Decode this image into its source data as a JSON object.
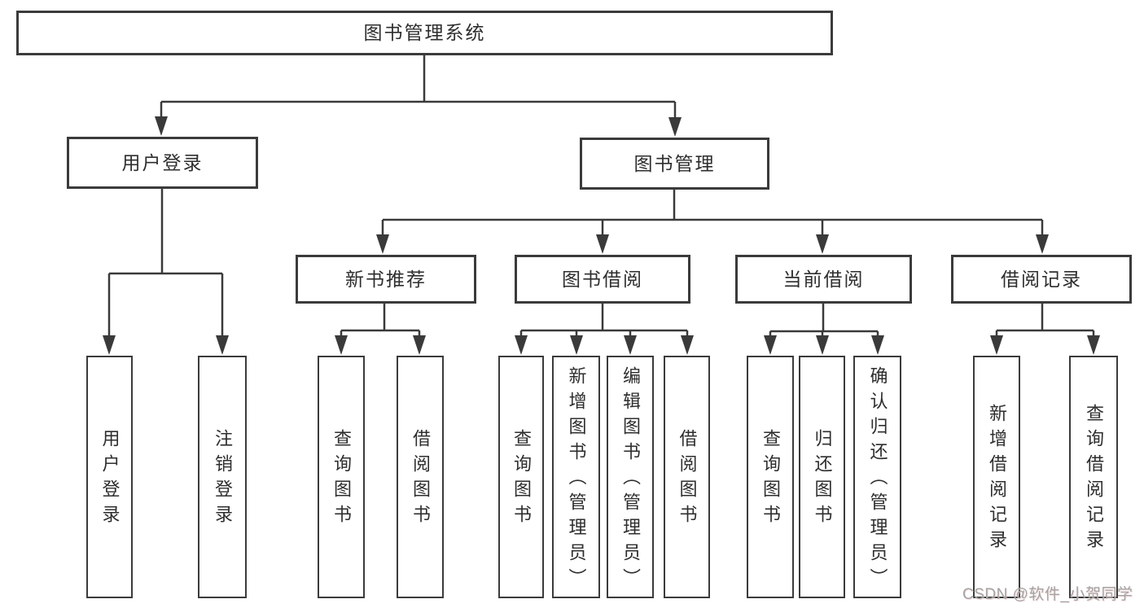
{
  "diagram_title": "图书管理系统",
  "nodes": {
    "root": "图书管理系统",
    "user_login": "用户登录",
    "book_mgmt": "图书管理",
    "new_book_rec": "新书推荐",
    "book_borrow": "图书借阅",
    "current_borrow": "当前借阅",
    "borrow_records": "借阅记录",
    "leaf_user_login": "用户登录",
    "leaf_logout": "注销登录",
    "rec_query_books": "查询图书",
    "rec_borrow_books": "借阅图书",
    "bb_query_books": "查询图书",
    "bb_add_books": "新增图书（管理员）",
    "bb_edit_books": "编辑图书（管理员）",
    "bb_borrow_books": "借阅图书",
    "cb_query_books": "查询图书",
    "cb_return_books": "归还图书",
    "cb_confirm_return": "确认归还（管理员）",
    "br_add_record": "新增借阅记录",
    "br_query_record": "查询借阅记录"
  },
  "hierarchy": {
    "图书管理系统": {
      "用户登录": [
        "用户登录",
        "注销登录"
      ],
      "图书管理": {
        "新书推荐": [
          "查询图书",
          "借阅图书"
        ],
        "图书借阅": [
          "查询图书",
          "新增图书（管理员）",
          "编辑图书（管理员）",
          "借阅图书"
        ],
        "当前借阅": [
          "查询图书",
          "归还图书",
          "确认归还（管理员）"
        ],
        "借阅记录": [
          "新增借阅记录",
          "查询借阅记录"
        ]
      }
    }
  },
  "watermark": {
    "text": "CSDN @软件_小贺同学"
  },
  "colors": {
    "background": "#ffffff",
    "line": "#3a3a3a",
    "box_border": "#3b3b3b",
    "text": "#2e2e2e",
    "watermark": "#a3a3a3"
  }
}
